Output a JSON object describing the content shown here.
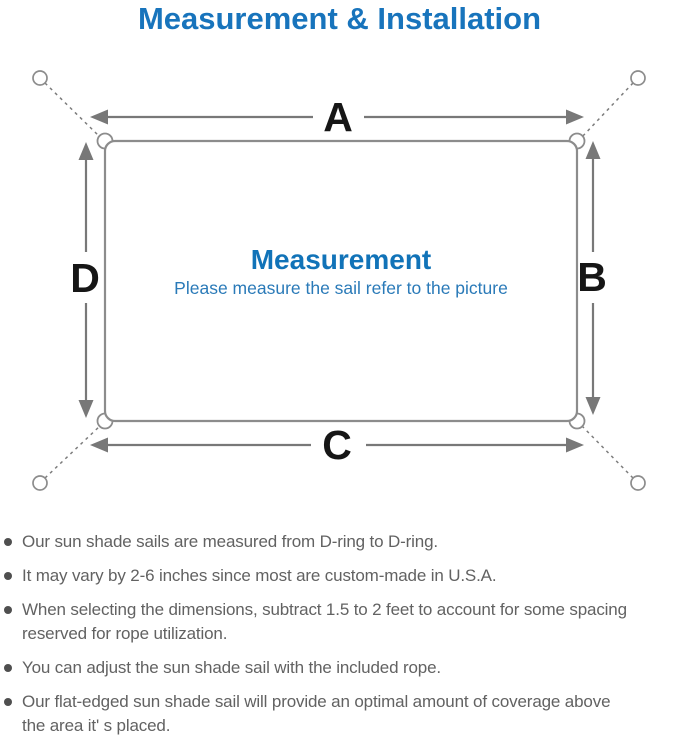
{
  "title": "Measurement & Installation",
  "diagram": {
    "labels": {
      "a": "A",
      "b": "B",
      "c": "C",
      "d": "D"
    },
    "center_title": "Measurement",
    "center_subtitle": "Please measure the sail refer to the picture"
  },
  "bullets": [
    {
      "text": "Our sun shade sails are measured from D-ring to D-ring."
    },
    {
      "text": "It may vary by 2-6 inches since most are custom-made in U.S.A."
    },
    {
      "text": "When selecting the dimensions, subtract 1.5 to 2 feet to account for some spacing\nreserved for rope utilization."
    },
    {
      "text": "You can adjust the sun shade sail with the included rope."
    },
    {
      "text": "Our flat-edged sun shade sail will provide an optimal amount of coverage above\nthe area it' s placed."
    }
  ],
  "colors": {
    "title_blue": "#1874bc",
    "center_title_blue": "#1173b8",
    "center_subtitle_blue": "#2a7ab8",
    "diagram_gray": "#8c8c8c",
    "arrow_gray": "#787878",
    "label_black": "#161616",
    "note_text_gray": "#626262"
  }
}
